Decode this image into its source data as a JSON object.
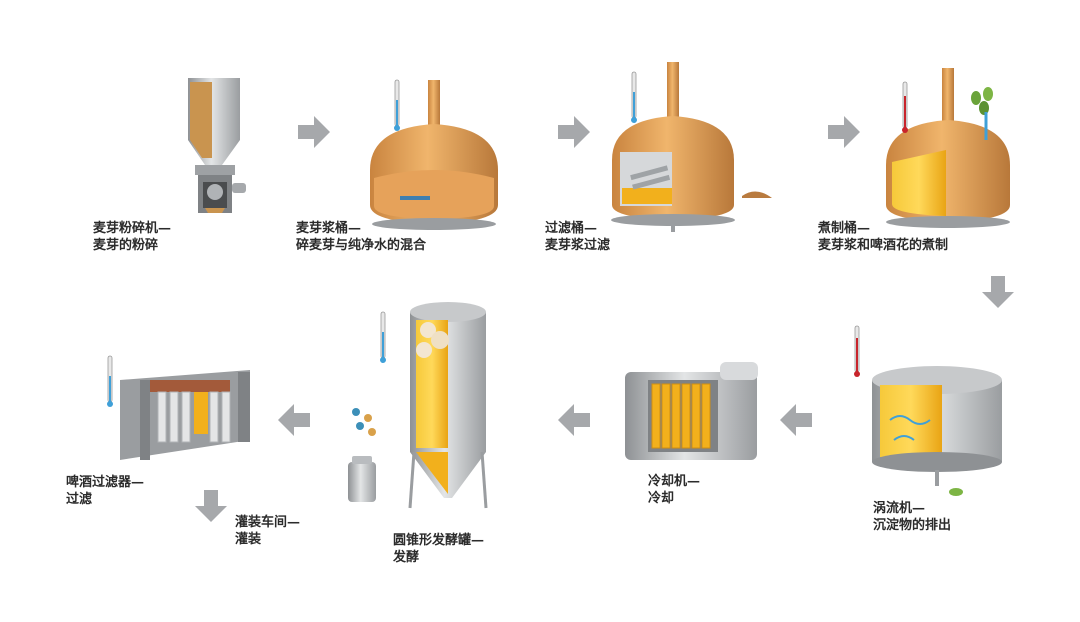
{
  "steps": [
    {
      "title": "麦芽粉碎机—",
      "desc": "麦芽的粉碎"
    },
    {
      "title": "麦芽浆桶—",
      "desc": "碎麦芽与纯净水的混合"
    },
    {
      "title": "过滤桶—",
      "desc": "麦芽浆过滤"
    },
    {
      "title": "煮制桶—",
      "desc": "麦芽浆和啤酒花的煮制"
    },
    {
      "title": "涡流机—",
      "desc": "沉淀物的排出"
    },
    {
      "title": "冷却机—",
      "desc": "冷却"
    },
    {
      "title": "圆锥形发酵罐—",
      "desc": "发酵"
    },
    {
      "title": "啤酒过滤器—",
      "desc": "过滤"
    },
    {
      "title": "灌装车间—",
      "desc": "灌装"
    }
  ],
  "colors": {
    "copper": "#d99a4e",
    "copper_dark": "#b8783a",
    "steel": "#b9bcbf",
    "steel_dark": "#8e9194",
    "beer": "#f2b01c",
    "arrow": "#a6a8ab",
    "text": "#2b2b2b"
  },
  "icons": [
    "arrow-right-icon",
    "arrow-left-icon",
    "arrow-down-icon",
    "thermometer-icon",
    "hop-icon"
  ]
}
